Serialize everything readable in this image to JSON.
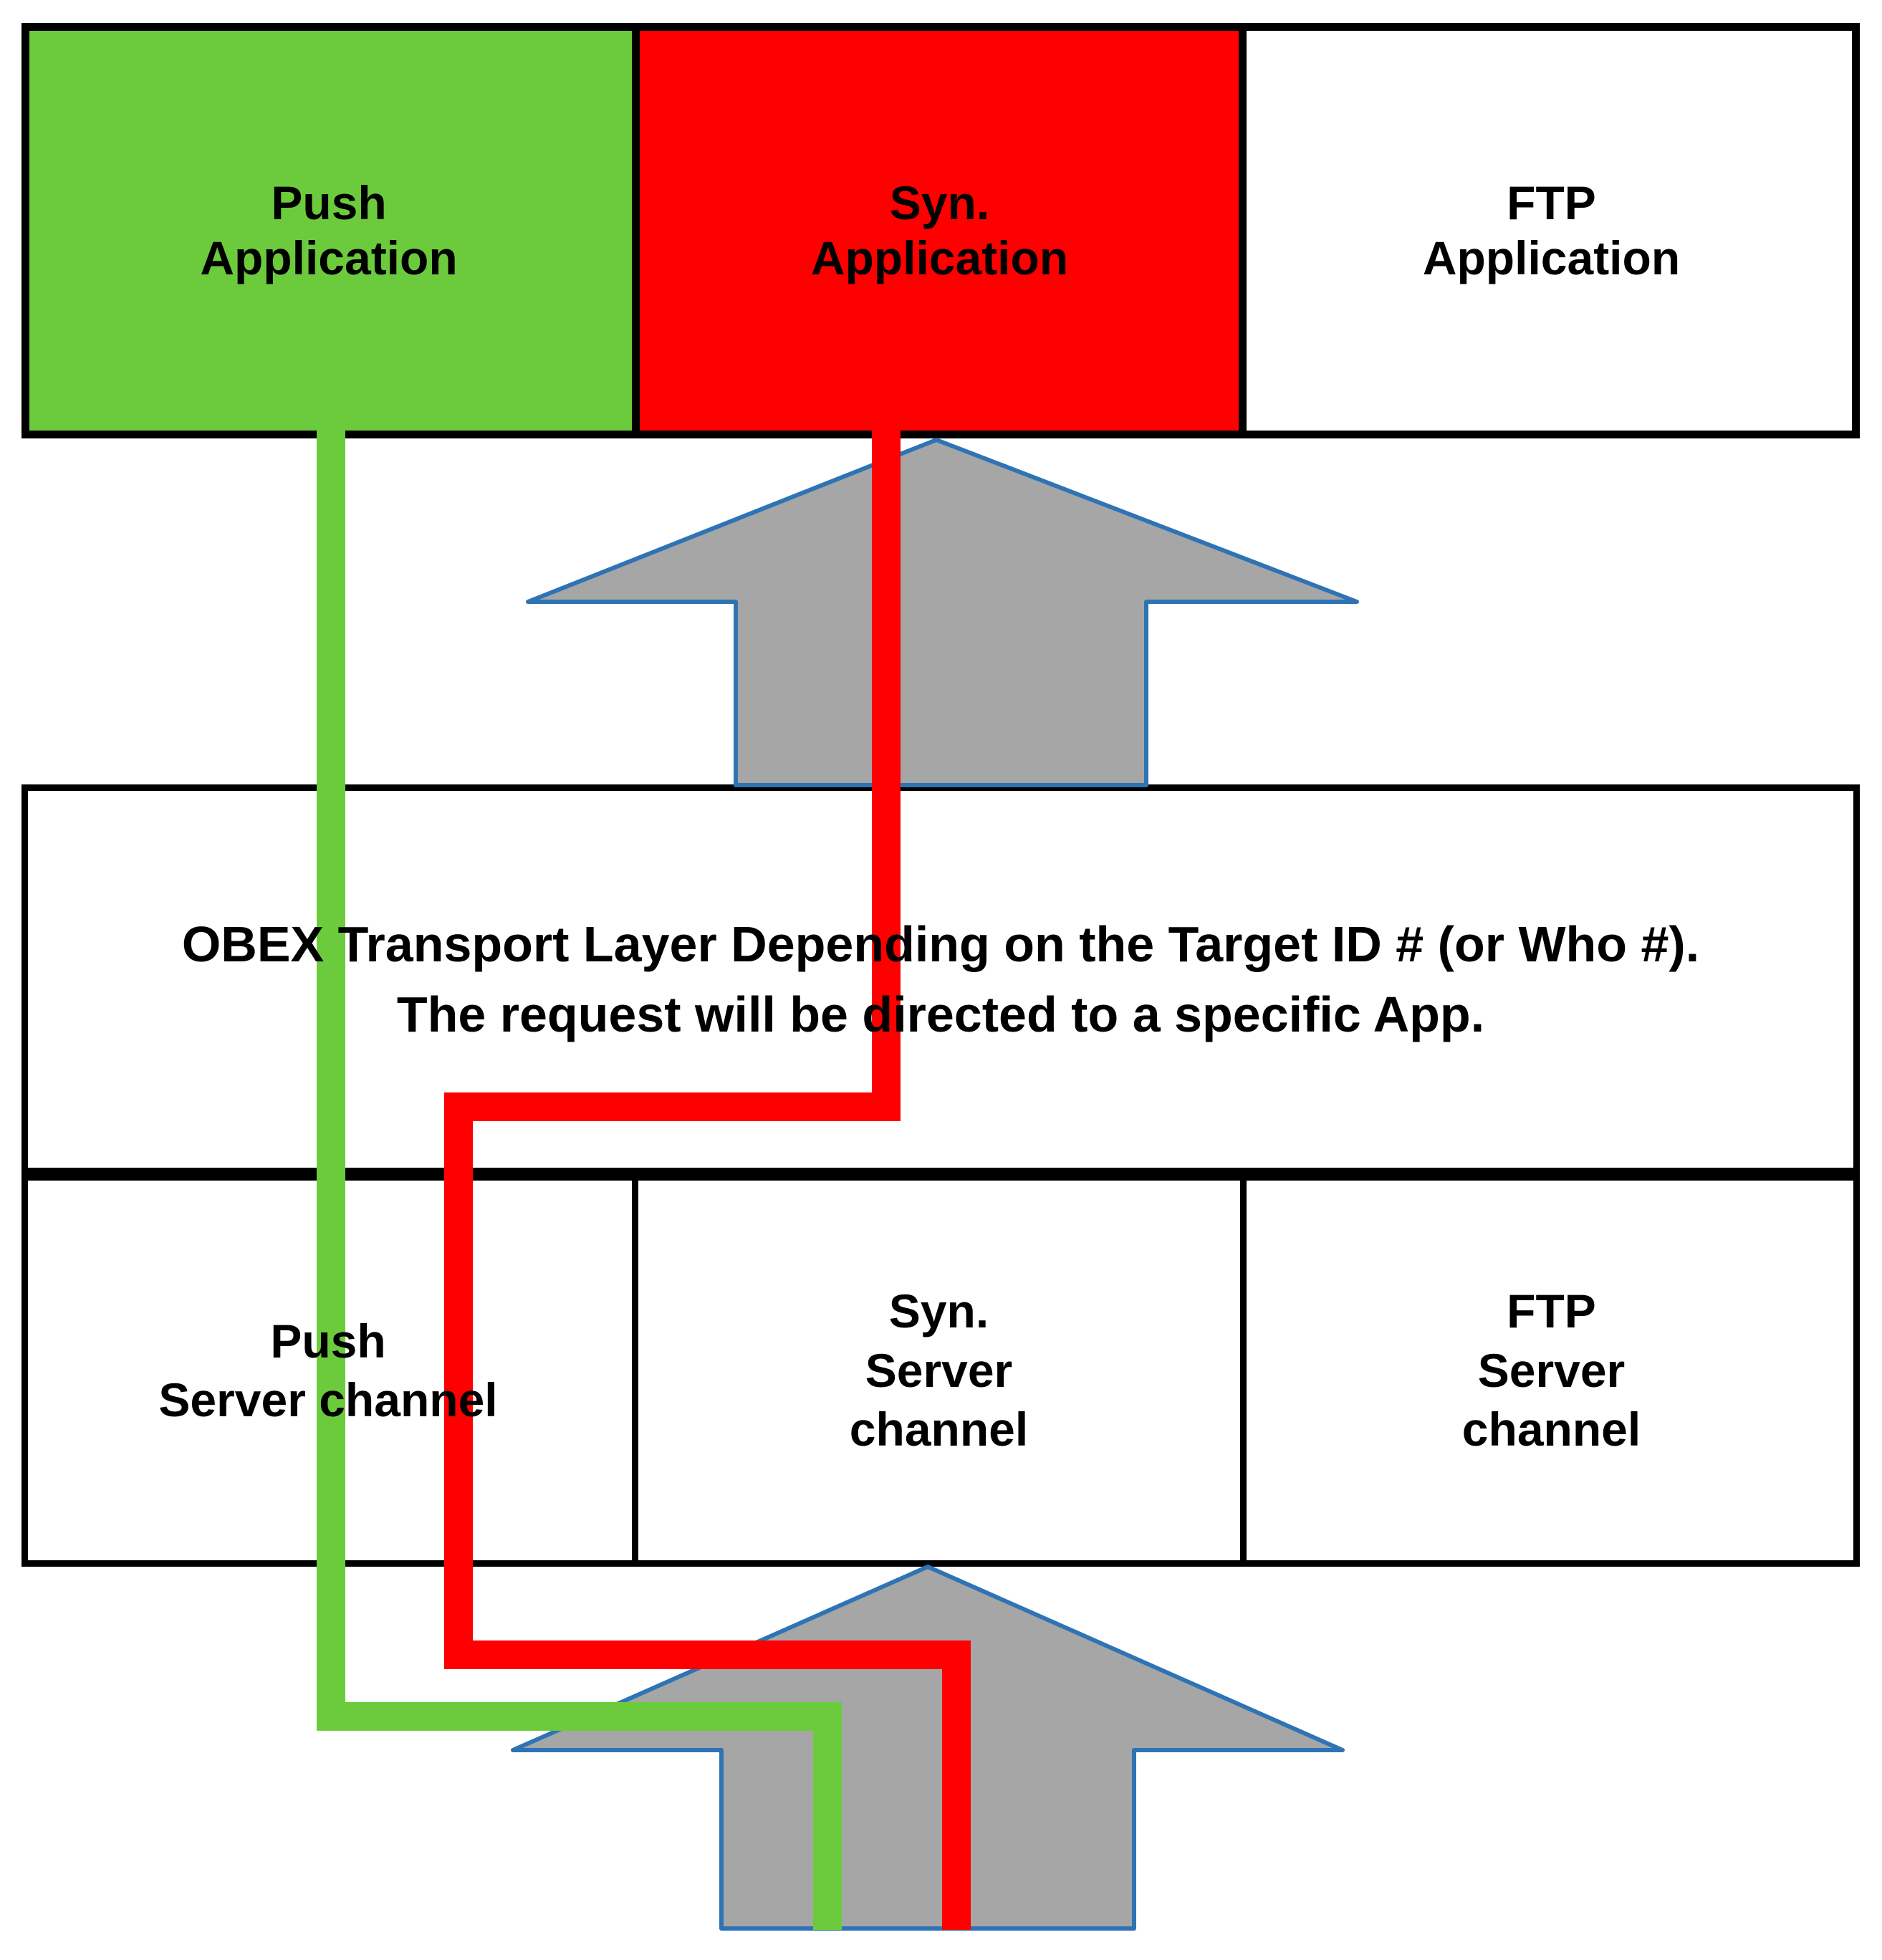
{
  "diagram": {
    "title_none": "",
    "top_row": {
      "push_app": {
        "label": "Push\nApplication"
      },
      "syn_app": {
        "label": "Syn.\nApplication"
      },
      "ftp_app": {
        "label": "FTP\nApplication"
      }
    },
    "transport_layer": {
      "label": "OBEX Transport Layer Depending on the Target ID # (or Who #).\nThe request will be directed to a specific App."
    },
    "server_row": {
      "push_server": {
        "label": "Push\nServer channel"
      },
      "syn_server": {
        "label": "Syn.\nServer\nchannel"
      },
      "ftp_server": {
        "label": "FTP\nServer\nchannel"
      }
    },
    "colors": {
      "push_green": "#6CCB3C",
      "syn_red": "#FF0000",
      "ftp_white": "#FFFFFF",
      "arrow_gray": "#A6A6A6",
      "arrow_outline_blue": "#2E74B5",
      "border_black": "#000000",
      "background": "#FFFFFF"
    }
  }
}
